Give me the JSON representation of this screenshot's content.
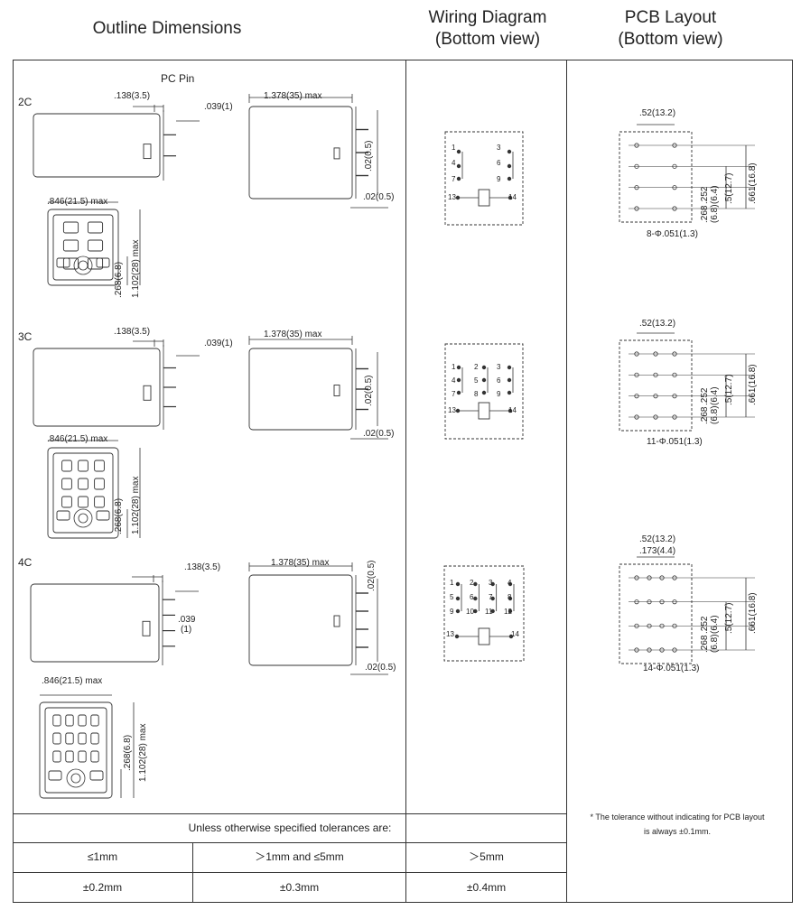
{
  "headers": {
    "outline": "Outline Dimensions",
    "wiring_l1": "Wiring Diagram",
    "wiring_l2": "(Bottom view)",
    "pcb_l1": "PCB Layout",
    "pcb_l2": "(Bottom view)"
  },
  "pc_pin": "PC Pin",
  "sections": [
    {
      "label": "2C",
      "d138": ".138(3.5)",
      "d039": ".039(1)",
      "d1378": "1.378(35) max",
      "d02a": ".02(0.5)",
      "d02b": ".02(0.5)",
      "d846": ".846(21.5) max",
      "d268": ".268(6.8)",
      "d1102": "1.102(28) max",
      "pins": [
        "1",
        "3",
        "4",
        "6",
        "7",
        "9",
        "13",
        "14"
      ],
      "pcb": {
        "d52": ".52(13.2)",
        "d173": "",
        "d252": ".252",
        "d64": "(6.4)",
        "d5": ".5(12.7)",
        "d661": ".661(16.8)",
        "d268": ".268",
        "d68": "(6.8)",
        "holes": "8-Φ.051(1.3)"
      }
    },
    {
      "label": "3C",
      "d138": ".138(3.5)",
      "d039": ".039(1)",
      "d1378": "1.378(35) max",
      "d02a": ".02(0.5)",
      "d02b": ".02(0.5)",
      "d846": ".846(21.5) max",
      "d268": ".268(6.8)",
      "d1102": "1.102(28) max",
      "pins": [
        "1",
        "2",
        "3",
        "4",
        "5",
        "6",
        "7",
        "8",
        "9",
        "13",
        "14"
      ],
      "pcb": {
        "d52": ".52(13.2)",
        "d173": "",
        "d252": ".252",
        "d64": "(6.4)",
        "d5": ".5(12.7)",
        "d661": ".661(16.8)",
        "d268": ".268",
        "d68": "(6.8)",
        "holes": "11-Φ.051(1.3)"
      }
    },
    {
      "label": "4C",
      "d138": ".138(3.5)",
      "d039": ".039",
      "d039b": "(1)",
      "d1378": "1.378(35) max",
      "d02a": ".02(0.5)",
      "d02b": ".02(0.5)",
      "d846": ".846(21.5) max",
      "d268": ".268(6.8)",
      "d1102": "1.102(28) max",
      "pins": [
        "1",
        "2",
        "3",
        "4",
        "5",
        "6",
        "7",
        "8",
        "9",
        "10",
        "11",
        "12",
        "13",
        "14"
      ],
      "pcb": {
        "d52": ".52(13.2)",
        "d173": ".173(4.4)",
        "d252": ".252",
        "d64": "(6.4)",
        "d5": ".5(12.7)",
        "d661": ".661(16.8)",
        "d268": ".268",
        "d68": "(6.8)",
        "holes": "14-Φ.051(1.3)"
      }
    }
  ],
  "tolerance": {
    "title": "Unless otherwise specified tolerances are:",
    "ranges": [
      "≤1mm",
      "＞1mm and ≤5mm",
      "＞5mm"
    ],
    "values": [
      "±0.2mm",
      "±0.3mm",
      "±0.4mm"
    ]
  },
  "pcb_note_l1": "* The tolerance without indicating for PCB layout",
  "pcb_note_l2": "is always ±0.1mm."
}
